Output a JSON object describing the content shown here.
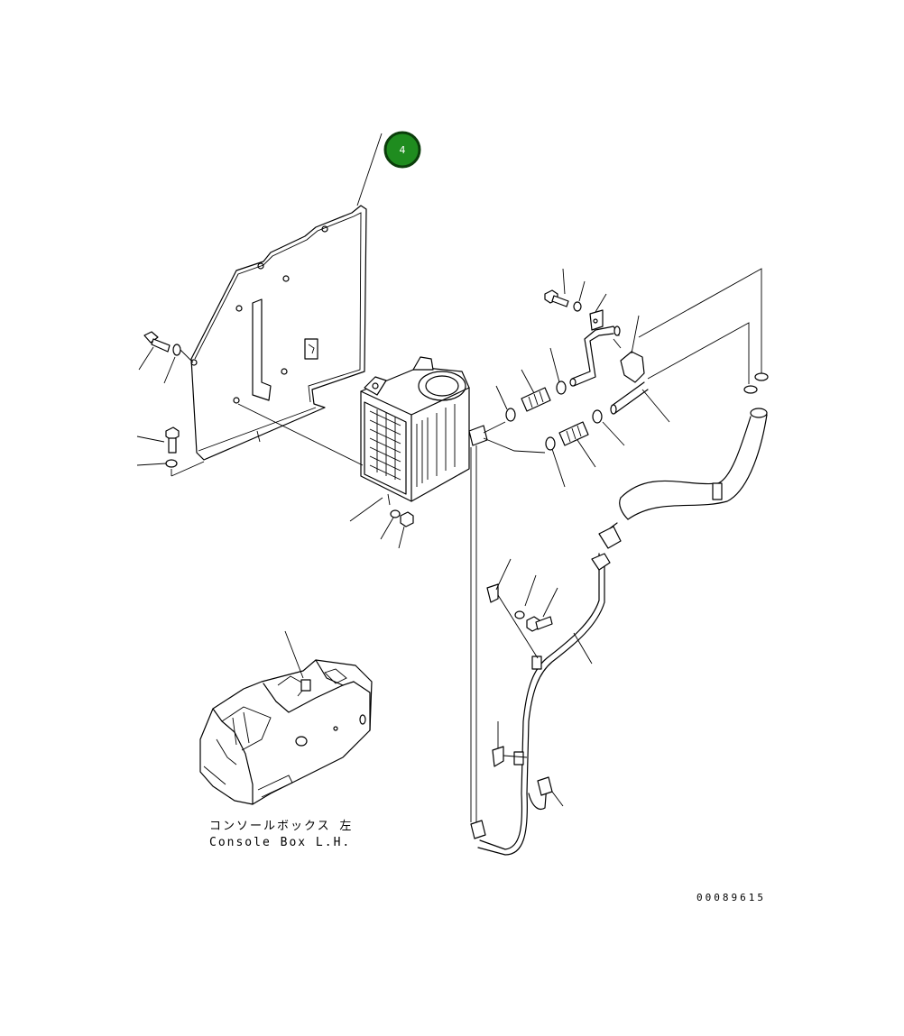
{
  "callout": {
    "label": "4",
    "color": "#1f8c1f",
    "border": "#0b3d0b"
  },
  "caption": {
    "jp": "コンソールボックス 左",
    "en": "Console Box L.H."
  },
  "drawing_number": "00089615"
}
